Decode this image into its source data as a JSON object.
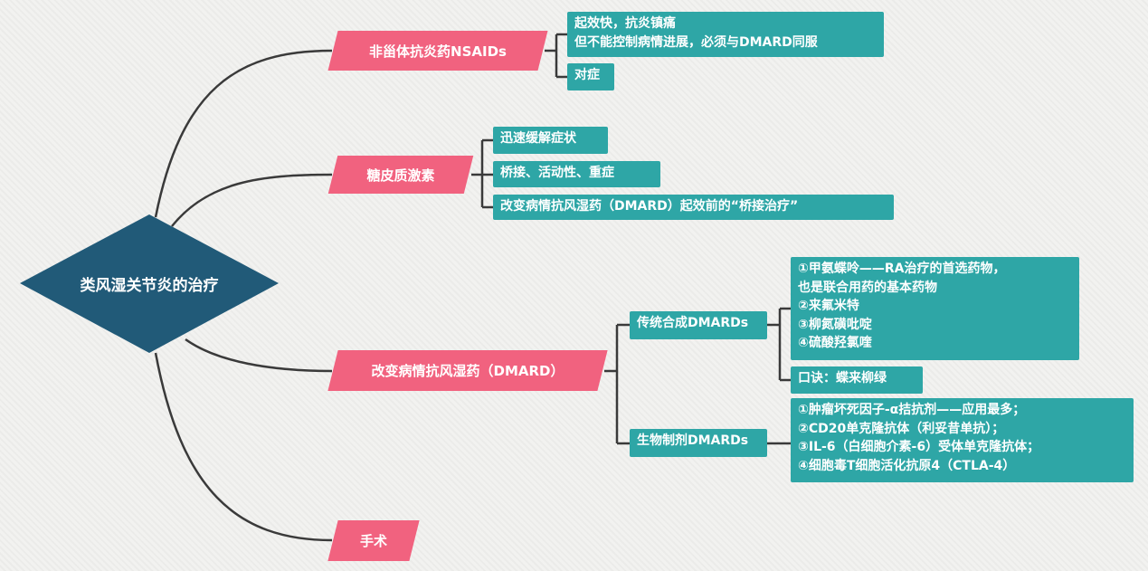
{
  "root": "类风湿关节炎的治疗",
  "branches": {
    "nsaids": {
      "label": "非甾体抗炎药NSAIDs",
      "items": [
        [
          "起效快，抗炎镇痛",
          "但不能控制病情进展，必须与DMARD同服"
        ],
        [
          "对症"
        ]
      ]
    },
    "steroid": {
      "label": "糖皮质激素",
      "items": [
        "迅速缓解症状",
        "桥接、活动性、重症",
        "改变病情抗风湿药（DMARD）起效前的“桥接治疗”"
      ]
    },
    "dmard": {
      "label": "改变病情抗风湿药（DMARD）",
      "conventional": {
        "label": "传统合成DMARDs",
        "drugs": [
          "①甲氨蝶呤——RA治疗的首选药物，",
          "也是联合用药的基本药物",
          "②来氟米特",
          "③柳氮磺吡啶",
          "④硫酸羟氯喹"
        ],
        "mnemonic": "口诀：蝶来柳绿"
      },
      "biologic": {
        "label": "生物制剂DMARDs",
        "drugs": [
          "①肿瘤坏死因子-α拮抗剂——应用最多；",
          "②CD20单克隆抗体（利妥昔单抗）；",
          "③IL-6（白细胞介素-6）受体单克隆抗体；",
          "④细胞毒T细胞活化抗原4（CTLA-4）"
        ]
      }
    },
    "surgery": {
      "label": "手术"
    }
  },
  "colors": {
    "root": "#215a78",
    "branch": "#f1627f",
    "leaf": "#2ea6a6",
    "line": "#3a3a3a"
  }
}
